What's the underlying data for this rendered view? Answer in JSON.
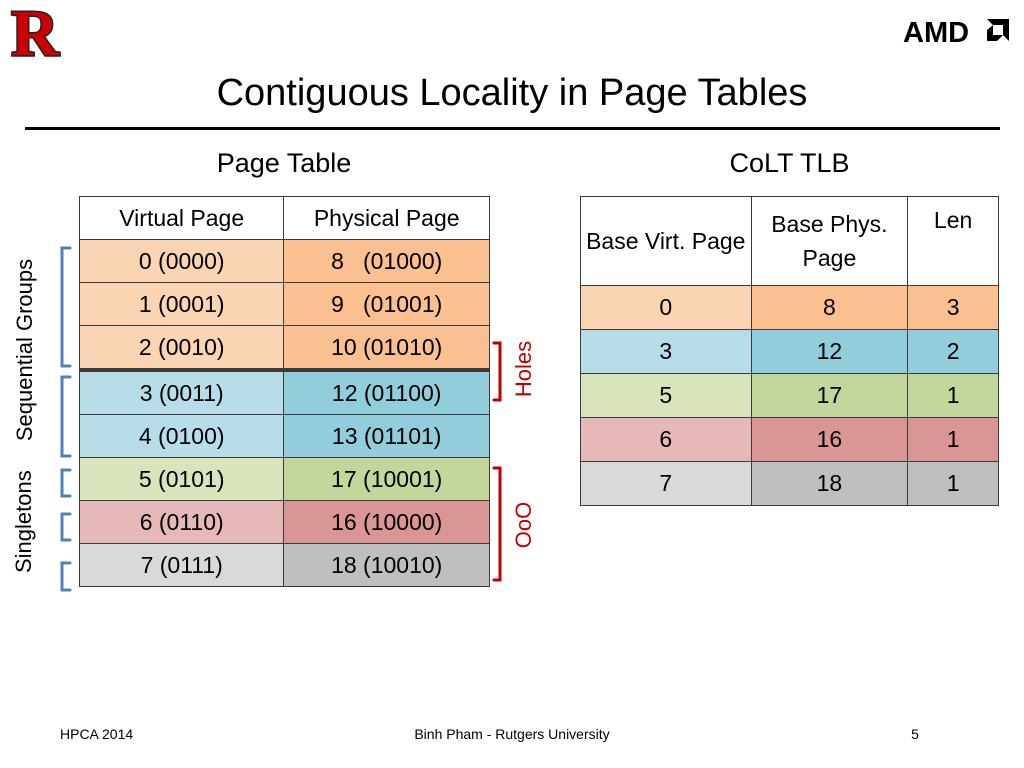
{
  "slide": {
    "title": "Contiguous Locality in Page Tables",
    "logos": {
      "left": "rutgers-r-logo",
      "right": "amd-logo",
      "right_text": "AMD"
    }
  },
  "page_table": {
    "caption": "Page Table",
    "headers": [
      "Virtual Page",
      "Physical Page"
    ],
    "rows": [
      {
        "virtual": "0 (0000)",
        "physical": "8   (01000)"
      },
      {
        "virtual": "1 (0001)",
        "physical": "9   (01001)"
      },
      {
        "virtual": "2 (0010)",
        "physical": "10 (01010)"
      },
      {
        "virtual": "3 (0011)",
        "physical": "12 (01100)"
      },
      {
        "virtual": "4 (0100)",
        "physical": "13 (01101)"
      },
      {
        "virtual": "5 (0101)",
        "physical": "17 (10001)"
      },
      {
        "virtual": "6 (0110)",
        "physical": "16 (10000)"
      },
      {
        "virtual": "7 (0111)",
        "physical": "18 (10010)"
      }
    ]
  },
  "colt_tlb": {
    "caption": "CoLT TLB",
    "headers": [
      "Base Virt. Page",
      "Base Phys. Page",
      "Len"
    ],
    "rows": [
      {
        "base_virt": "0",
        "base_phys": "8",
        "len": "3"
      },
      {
        "base_virt": "3",
        "base_phys": "12",
        "len": "2"
      },
      {
        "base_virt": "5",
        "base_phys": "17",
        "len": "1"
      },
      {
        "base_virt": "6",
        "base_phys": "16",
        "len": "1"
      },
      {
        "base_virt": "7",
        "base_phys": "18",
        "len": "1"
      }
    ]
  },
  "labels": {
    "sequential_groups": "Sequential Groups",
    "singletons": "Singletons",
    "holes": "Holes",
    "ooo": "OoO"
  },
  "colors": {
    "orange_light": "#fbd4b4",
    "orange_dark": "#fac090",
    "blue_light": "#b7dde8",
    "blue_dark": "#92cddc",
    "green_light": "#d7e4bc",
    "green_dark": "#c3d69b",
    "red_light": "#e6b9b8",
    "red_dark": "#d99694",
    "gray_light": "#d9d9d9",
    "gray_dark": "#bfbfbf",
    "bracket_blue": "#4f81bd",
    "annotation_red": "#c00000"
  },
  "footer": {
    "left": "HPCA 2014",
    "center": "Binh Pham - Rutgers University",
    "page_number": "5"
  }
}
